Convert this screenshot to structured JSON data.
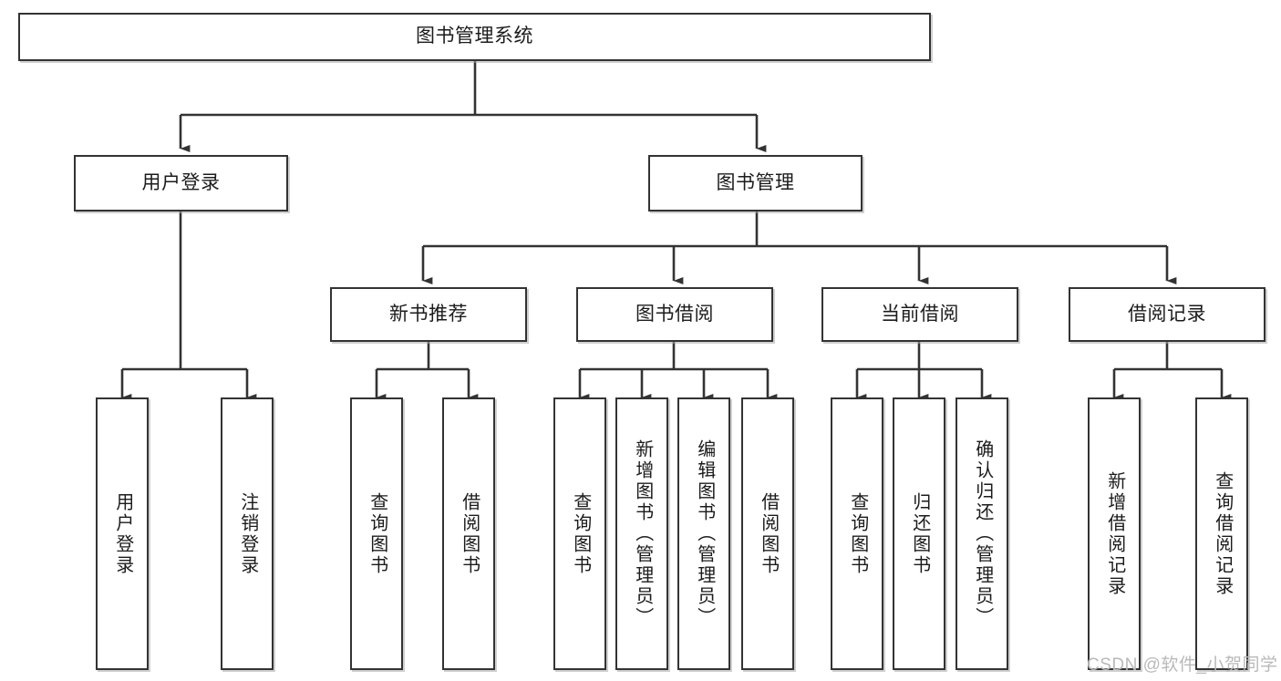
{
  "diagram": {
    "type": "tree-hierarchy",
    "title": "图书管理系统",
    "watermark": "CSDN @软件_小贺同学",
    "colors": {
      "box_border": "#333333",
      "box_fill": "#ffffff",
      "connector": "#333333",
      "text": "#1b1b1b",
      "watermark": "#b9b9b9",
      "background": "#ffffff"
    },
    "nodes": {
      "root": {
        "label": "图书管理系统"
      },
      "level2": [
        {
          "id": "user-login",
          "label": "用户登录"
        },
        {
          "id": "book-manage",
          "label": "图书管理"
        }
      ],
      "level3": [
        {
          "id": "new-book-recommend",
          "label": "新书推荐"
        },
        {
          "id": "book-borrow",
          "label": "图书借阅"
        },
        {
          "id": "current-borrow",
          "label": "当前借阅"
        },
        {
          "id": "borrow-record",
          "label": "借阅记录"
        }
      ],
      "leaves": {
        "user-login": [
          {
            "id": "user-login-leaf",
            "label": "用户登录"
          },
          {
            "id": "user-logout-leaf",
            "label": "注销登录"
          }
        ],
        "new-book-recommend": [
          {
            "id": "query-book-1",
            "label": "查询图书"
          },
          {
            "id": "borrow-book-1",
            "label": "借阅图书"
          }
        ],
        "book-borrow": [
          {
            "id": "query-book-2",
            "label": "查询图书"
          },
          {
            "id": "add-book",
            "label": "新增图书（管理员）"
          },
          {
            "id": "edit-book",
            "label": "编辑图书（管理员）"
          },
          {
            "id": "borrow-book-2",
            "label": "借阅图书"
          }
        ],
        "current-borrow": [
          {
            "id": "query-book-3",
            "label": "查询图书"
          },
          {
            "id": "return-book",
            "label": "归还图书"
          },
          {
            "id": "confirm-return",
            "label": "确认归还（管理员）"
          }
        ],
        "borrow-record": [
          {
            "id": "add-borrow-record",
            "label": "新增借阅记录"
          },
          {
            "id": "query-borrow-record",
            "label": "查询借阅记录"
          }
        ]
      }
    }
  }
}
